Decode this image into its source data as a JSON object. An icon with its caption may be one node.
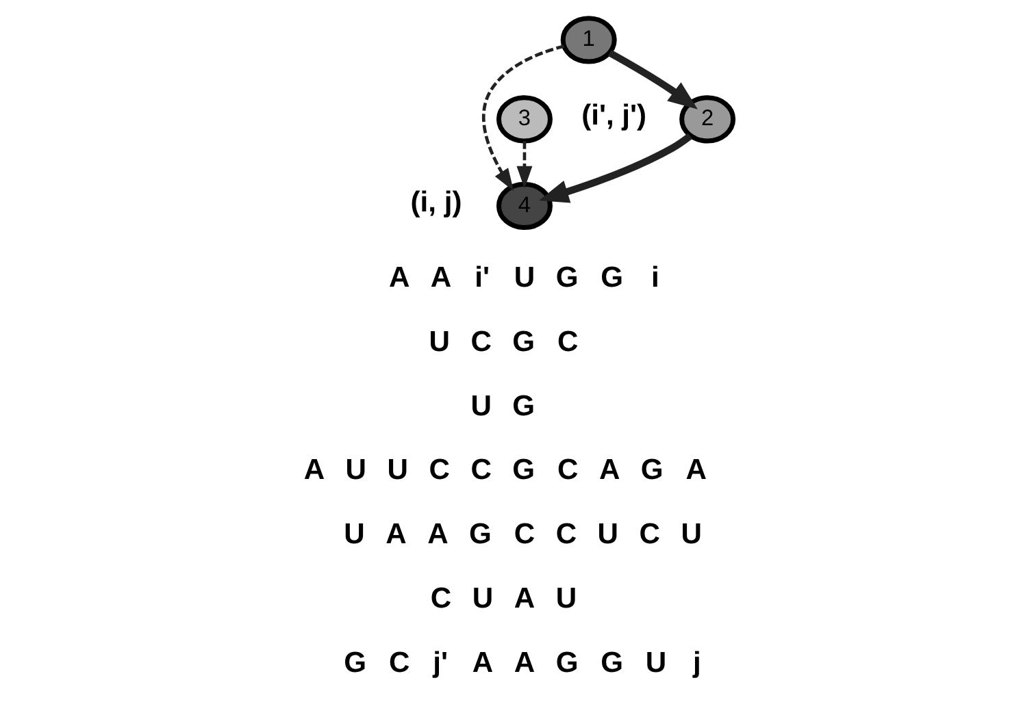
{
  "diagram": {
    "nodes": [
      {
        "text": [
          "1"
        ]
      },
      {
        "text": [
          "2"
        ],
        "beside": [
          "(i', j')"
        ]
      },
      {
        "text": [
          "3"
        ]
      },
      {
        "text": [
          "4"
        ],
        "beside": [
          "(i, j)"
        ]
      }
    ],
    "edges": [
      {
        "from": 0,
        "to": 1,
        "arrow": "to",
        "style": "thick"
      },
      {
        "from": 1,
        "to": 3,
        "arrow": "to",
        "style": "thick"
      },
      {
        "from": 0,
        "to": 3,
        "arrow": "to",
        "style": "dashed"
      },
      {
        "from": 2,
        "to": 3,
        "arrow": "to",
        "style": "dashed"
      }
    ],
    "labels": [
      "A",
      "A",
      "i'",
      "U",
      "G",
      "G",
      "i",
      "U",
      "C",
      "G",
      "C",
      "U",
      "G",
      "A",
      "U",
      "U",
      "C",
      "C",
      "G",
      "C",
      "A",
      "G",
      "A",
      "U",
      "A",
      "A",
      "G",
      "C",
      "C",
      "U",
      "C",
      "U",
      "C",
      "U",
      "A",
      "U",
      "G",
      "C",
      "j'",
      "A",
      "A",
      "G",
      "G",
      "U",
      "j"
    ]
  }
}
